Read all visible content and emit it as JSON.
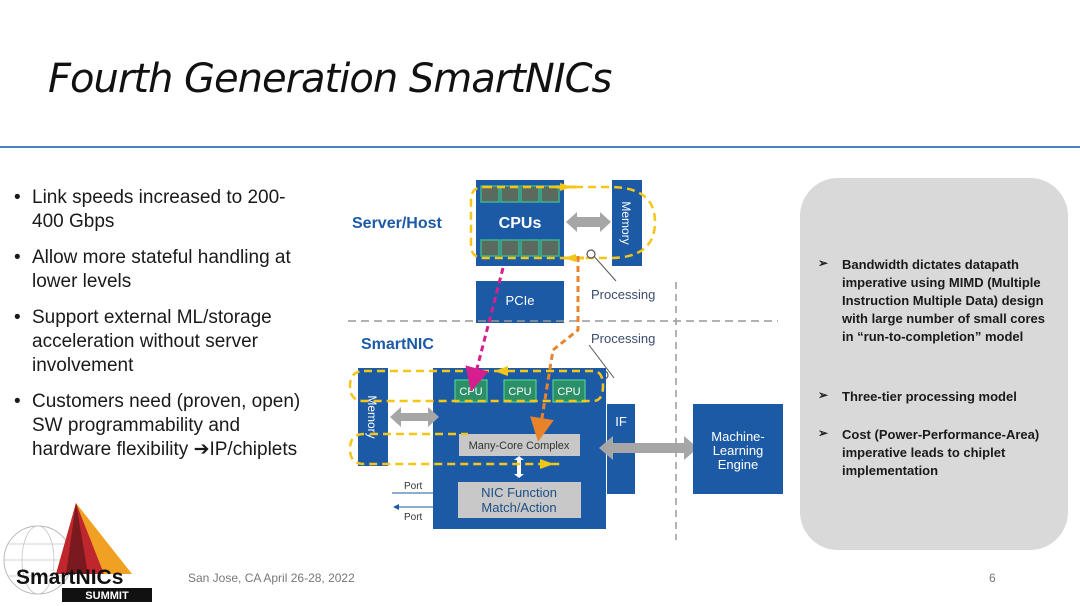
{
  "slide": {
    "title": "Fourth Generation SmartNICs",
    "bullets": [
      "Link speeds increased to 200-400 Gbps",
      "Allow more stateful handling at lower levels",
      "Support external ML/storage acceleration without server involvement",
      "Customers need (proven, open) SW programmability and hardware flexibility ➔IP/chiplets"
    ],
    "footer": "San Jose, CA April 26-28, 2022",
    "page_number": "6"
  },
  "diagram": {
    "server_host_label": "Server/Host",
    "cpus_label": "CPUs",
    "memory_top_label": "Memory",
    "pcie_label": "PCIe",
    "processing_upper": "Processing",
    "processing_lower": "Processing",
    "smartnic_label": "SmartNIC",
    "memory_nic_label": "Memory",
    "cpu_labels": [
      "CPU",
      "CPU",
      "CPU"
    ],
    "many_core_label": "Many-Core Complex",
    "if_label": "IF",
    "nic_function_lines": [
      "NIC Function",
      "Match/Action"
    ],
    "port_labels": [
      "Port",
      "Port"
    ],
    "ml_engine_lines": [
      "Machine-",
      "Learning",
      "Engine"
    ],
    "colors": {
      "blue": "#1c5aa6",
      "orange": "#e8832a",
      "magenta": "#d61e8e",
      "yellow": "#f5c518",
      "grey": "#a6a6a6"
    }
  },
  "panel": {
    "items": [
      "Bandwidth dictates datapath imperative using MIMD (Multiple Instruction Multiple Data) design with large number of small cores in “run-to-completion” model",
      "Three-tier processing model",
      "Cost (Power-Performance-Area) imperative leads to chiplet implementation"
    ],
    "bullet_icon": "➢"
  },
  "logo": {
    "line1": "SmartNICs",
    "line2": "SUMMIT"
  }
}
